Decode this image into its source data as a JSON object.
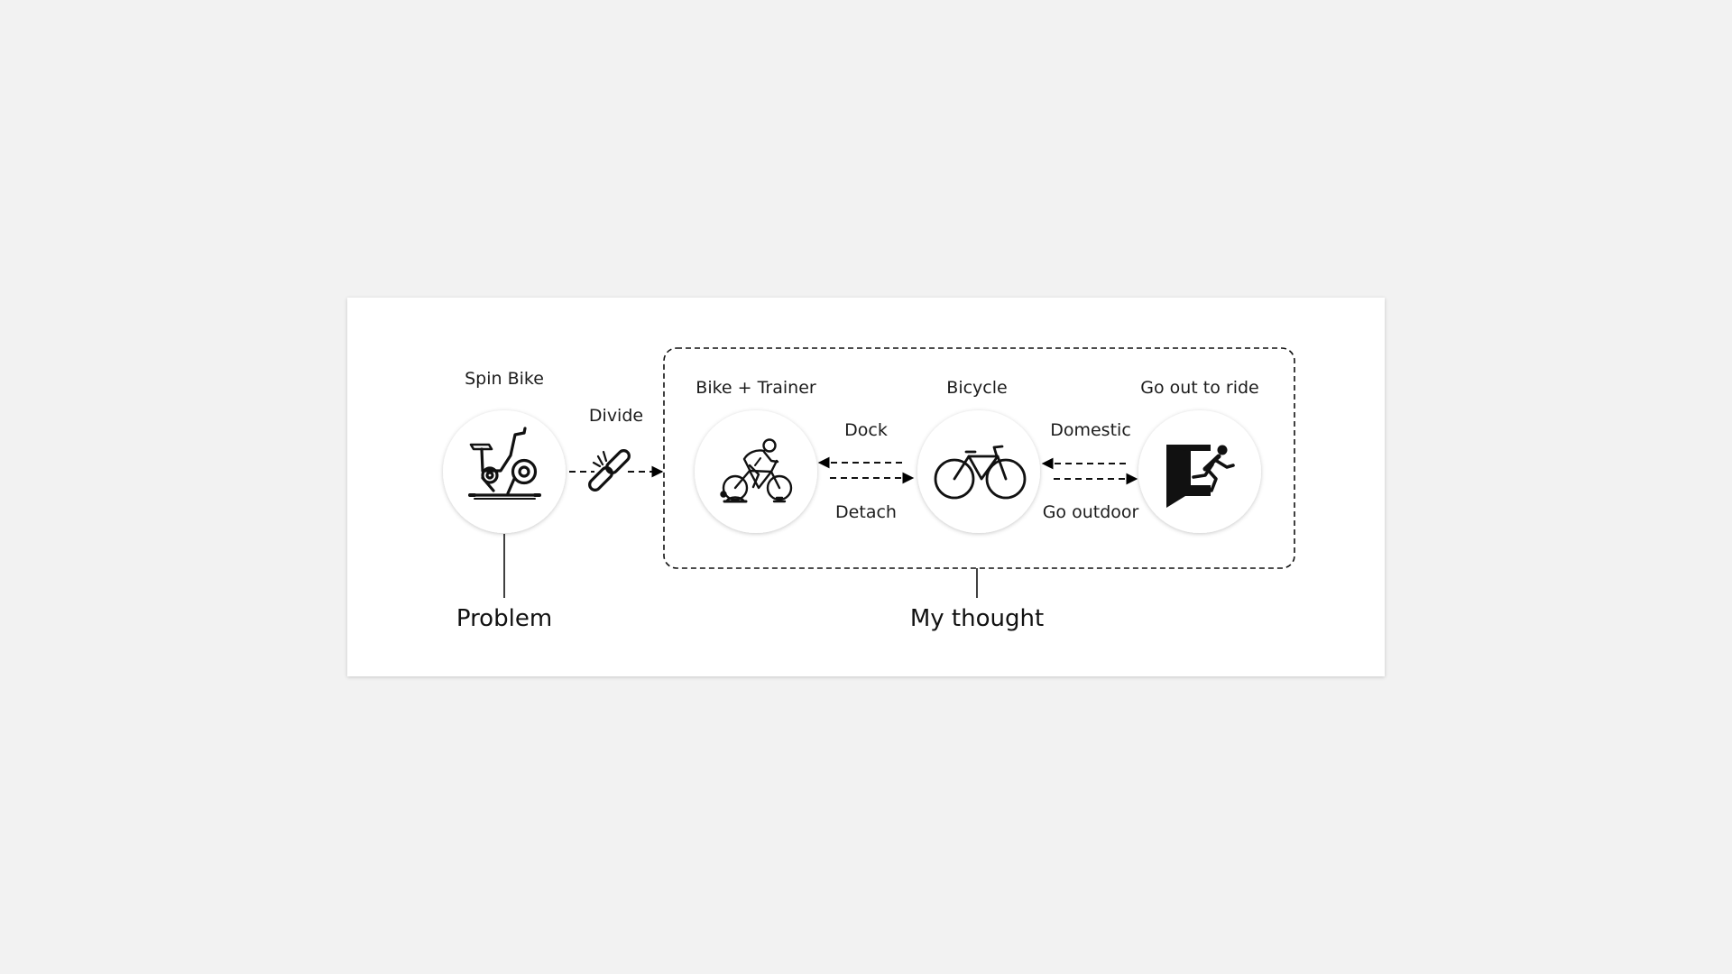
{
  "nodes": {
    "spin_bike": {
      "label": "Spin Bike",
      "icon": "spin-bike-icon"
    },
    "bike_trainer": {
      "label": "Bike + Trainer",
      "icon": "cyclist-trainer-icon"
    },
    "bicycle": {
      "label": "Bicycle",
      "icon": "bicycle-icon"
    },
    "go_out": {
      "label": "Go out to ride",
      "icon": "exit-door-icon"
    }
  },
  "edges": {
    "divide": {
      "label": "Divide",
      "icon": "broken-link-icon"
    },
    "dock": "Dock",
    "detach": "Detach",
    "domestic": "Domestic",
    "go_outdoor": "Go outdoor"
  },
  "groups": {
    "problem": "Problem",
    "my_thought": "My thought"
  }
}
